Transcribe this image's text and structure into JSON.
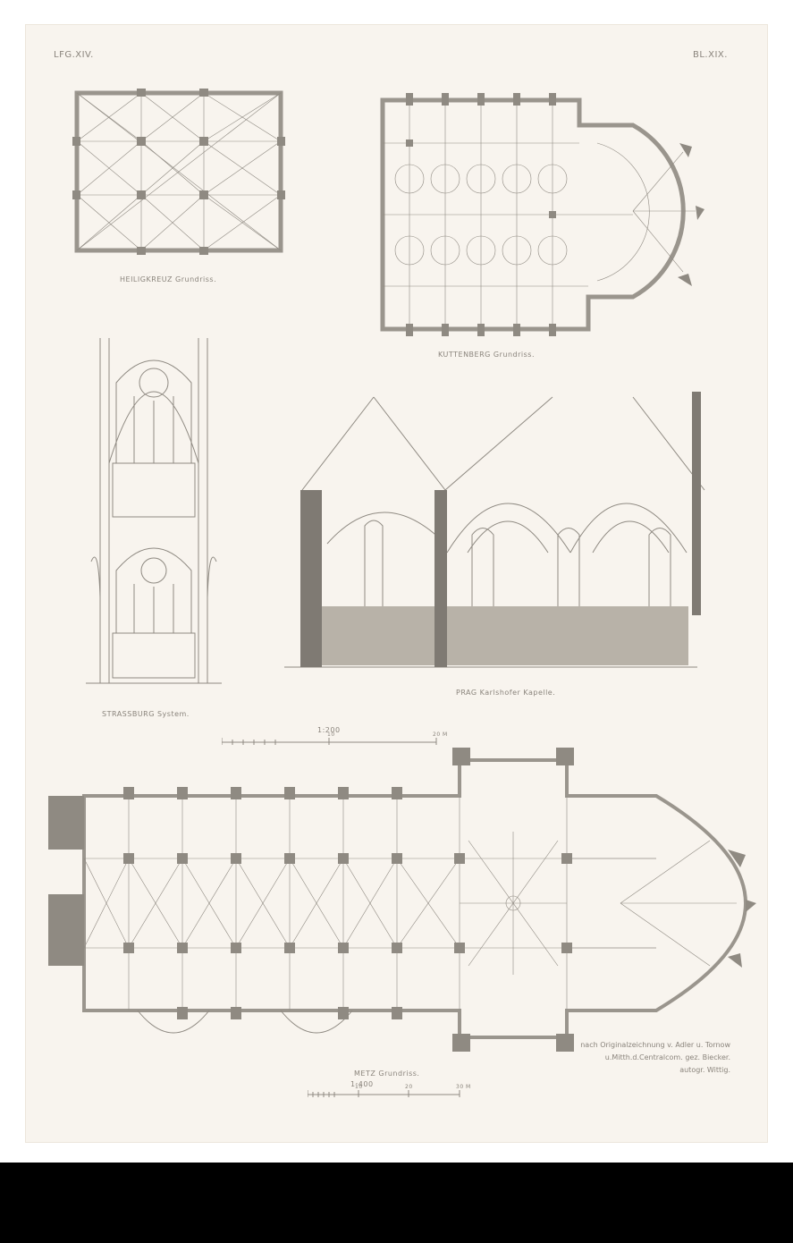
{
  "header": {
    "left": "LFG.XIV.",
    "right": "BL.XIX."
  },
  "captions": {
    "heiligkreuz": "HEILIGKREUZ Grundriss.",
    "kuttenberg": "KUTTENBERG Grundriss.",
    "strassburg": "STRASSBURG System.",
    "prag": "PRAG Karlshofer Kapelle.",
    "metz": "METZ Grundriss."
  },
  "scales": {
    "upper": {
      "ratio": "1:200",
      "mid_tick": "10",
      "end_tick": "20 M"
    },
    "lower": {
      "ratio": "1:400",
      "tick1": "10",
      "tick2": "20",
      "end_tick": "30 M"
    }
  },
  "credit": [
    "nach Originalzeichnung v. Adler u. Tornow",
    "u.Mitth.d.Centralcom. gez. Biecker.",
    "autogr. Wittig."
  ],
  "colors": {
    "ink": "#8f8a82",
    "paper": "#f8f4ee",
    "dark": "#6f6a63"
  }
}
